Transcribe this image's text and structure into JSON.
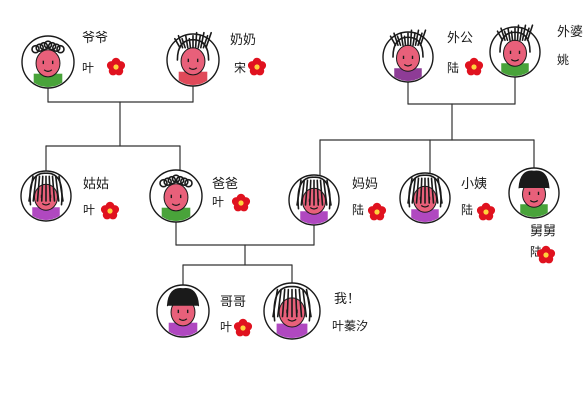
{
  "members": [
    {
      "id": "grandpa-paternal",
      "label": "爷爷",
      "surname": "叶",
      "face": "#e8607a",
      "shirt": "#49a33a",
      "hair": "curly",
      "flower": true
    },
    {
      "id": "grandma-paternal",
      "label": "奶奶",
      "surname": "宋",
      "face": "#e8607a",
      "shirt": "#e04a5a",
      "hair": "wild",
      "flower": true
    },
    {
      "id": "grandpa-maternal",
      "label": "外公",
      "surname": "陆",
      "face": "#e8607a",
      "shirt": "#8e3c96",
      "hair": "wild",
      "flower": true
    },
    {
      "id": "grandma-maternal",
      "label": "外婆",
      "surname": "姚",
      "face": "#e8607a",
      "shirt": "#49a33a",
      "hair": "wild",
      "flower": false
    },
    {
      "id": "aunt-paternal",
      "label": "姑姑",
      "surname": "叶",
      "face": "#e8607a",
      "shirt": "#b048c0",
      "hair": "long",
      "flower": true
    },
    {
      "id": "father",
      "label": "爸爸",
      "surname": "叶",
      "face": "#e8607a",
      "shirt": "#49a33a",
      "hair": "curly",
      "flower": true
    },
    {
      "id": "mother",
      "label": "妈妈",
      "surname": "陆",
      "face": "#e8607a",
      "shirt": "#b048c0",
      "hair": "long",
      "flower": true
    },
    {
      "id": "aunt-maternal",
      "label": "小姨",
      "surname": "陆",
      "face": "#e8607a",
      "shirt": "#b048c0",
      "hair": "long",
      "flower": true
    },
    {
      "id": "uncle-maternal",
      "label": "舅舅",
      "surname": "陆",
      "face": "#e8607a",
      "shirt": "#49a33a",
      "hair": "short",
      "flower": true
    },
    {
      "id": "brother",
      "label": "哥哥",
      "surname": "叶",
      "face": "#e8607a",
      "shirt": "#b048c0",
      "hair": "short",
      "flower": true
    },
    {
      "id": "me",
      "label": "我！",
      "surname": "叶蓁汐",
      "face": "#e8607a",
      "shirt": "#b048c0",
      "hair": "long",
      "flower": false
    }
  ],
  "colors": {
    "line": "#333333",
    "outline": "#1a1a1a",
    "hair": "#1a1a1a",
    "flower": "#e0121f",
    "flower_center": "#ffd23c"
  }
}
